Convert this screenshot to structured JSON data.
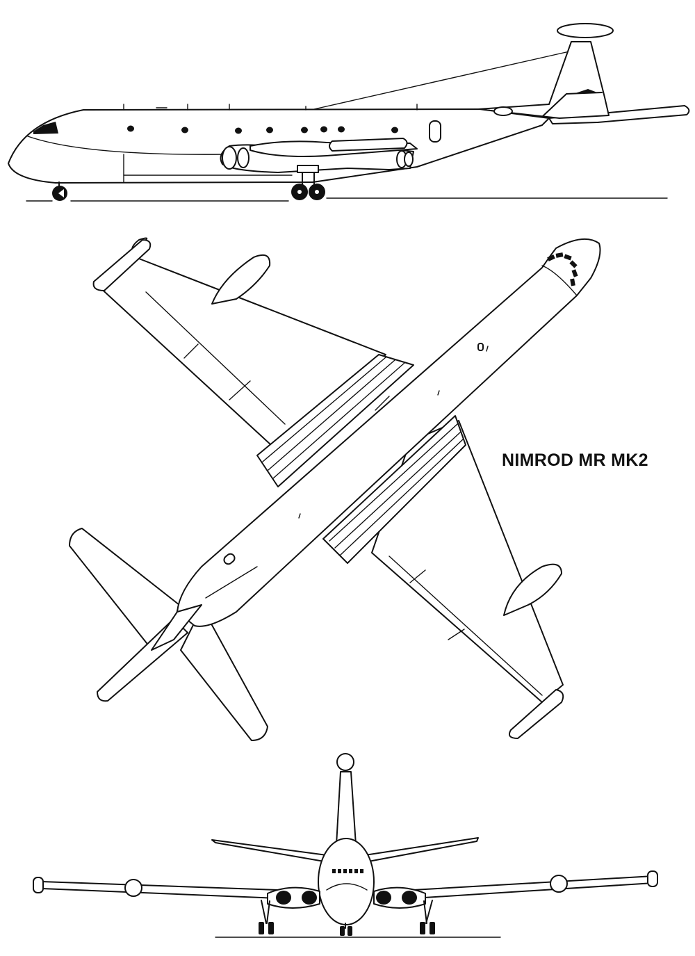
{
  "drawing": {
    "title": "NIMROD MR MK2",
    "views": [
      "side-view",
      "plan-view",
      "front-view"
    ],
    "line_color": "#111111",
    "background": "#ffffff"
  }
}
